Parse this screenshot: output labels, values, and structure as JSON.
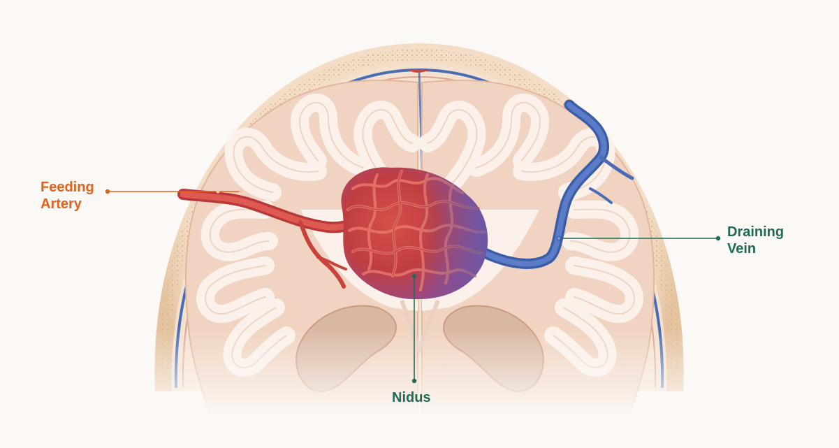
{
  "diagram": {
    "labels": {
      "feeding_artery": {
        "line1": "Feeding",
        "line2": "Artery"
      },
      "draining_vein": {
        "line1": "Draining",
        "line2": "Vein"
      },
      "nidus": "Nidus"
    },
    "colors": {
      "artery_label": "#e0621c",
      "vein_label": "#1f6b55",
      "artery": "#c8423a",
      "vein": "#4467b2",
      "nidus": "#c2413f",
      "nidus_venous": "#6a55a5",
      "brain_tissue": "#f3d9c9",
      "white_matter": "#fbf1ea",
      "skull": "#efd8bf",
      "background": "#fcf8f5"
    }
  }
}
